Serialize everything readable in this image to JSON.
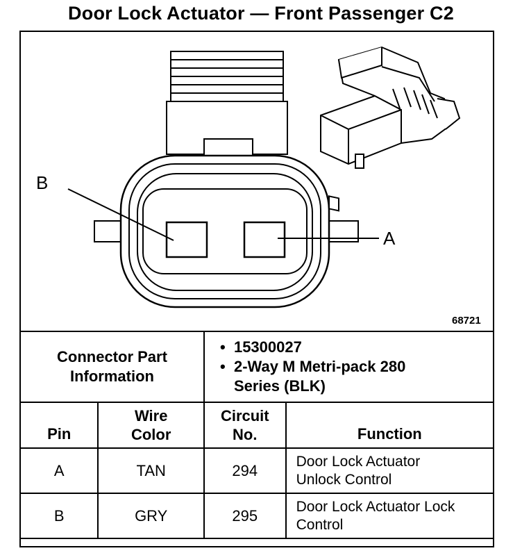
{
  "title": "Door Lock Actuator — Front Passenger C2",
  "figure_number": "68721",
  "labels": {
    "pin_b": "B",
    "pin_a": "A"
  },
  "connector_info": {
    "label": "Connector Part Information",
    "items": [
      "15300027",
      "2-Way M Metri-pack 280 Series (BLK)"
    ]
  },
  "table": {
    "headers": {
      "pin": "Pin",
      "wire_color": "Wire Color",
      "circuit_no": "Circuit No.",
      "function": "Function"
    },
    "rows": [
      {
        "pin": "A",
        "wire_color": "TAN",
        "circuit_no": "294",
        "function": "Door Lock Actuator Unlock Control"
      },
      {
        "pin": "B",
        "wire_color": "GRY",
        "circuit_no": "295",
        "function": "Door Lock Actuator Lock Control"
      }
    ]
  }
}
